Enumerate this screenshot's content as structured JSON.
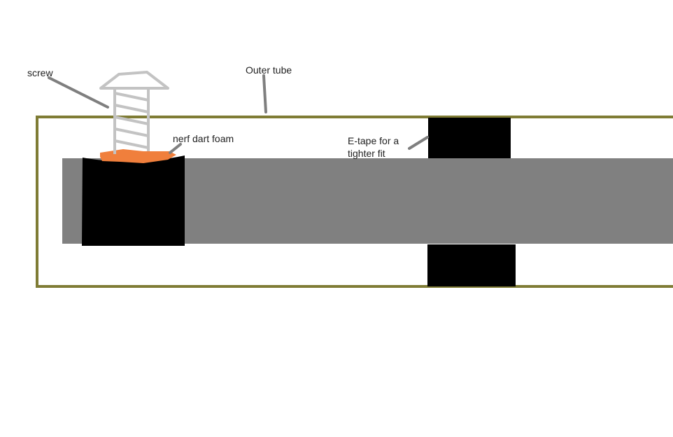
{
  "labels": {
    "screw": "screw",
    "outer_tube": "Outer tube",
    "nerf_dart_foam": "nerf dart foam",
    "etape_line1": "E-tape for a",
    "etape_line2": "tighter fit"
  },
  "colors": {
    "background": "#ffffff",
    "outer_tube": "#7f7c35",
    "inner_rod": "#808080",
    "plug": "#000000",
    "foam": "#f07f3c",
    "screw": "#c3c3c3",
    "leader": "#7f7f7f"
  }
}
